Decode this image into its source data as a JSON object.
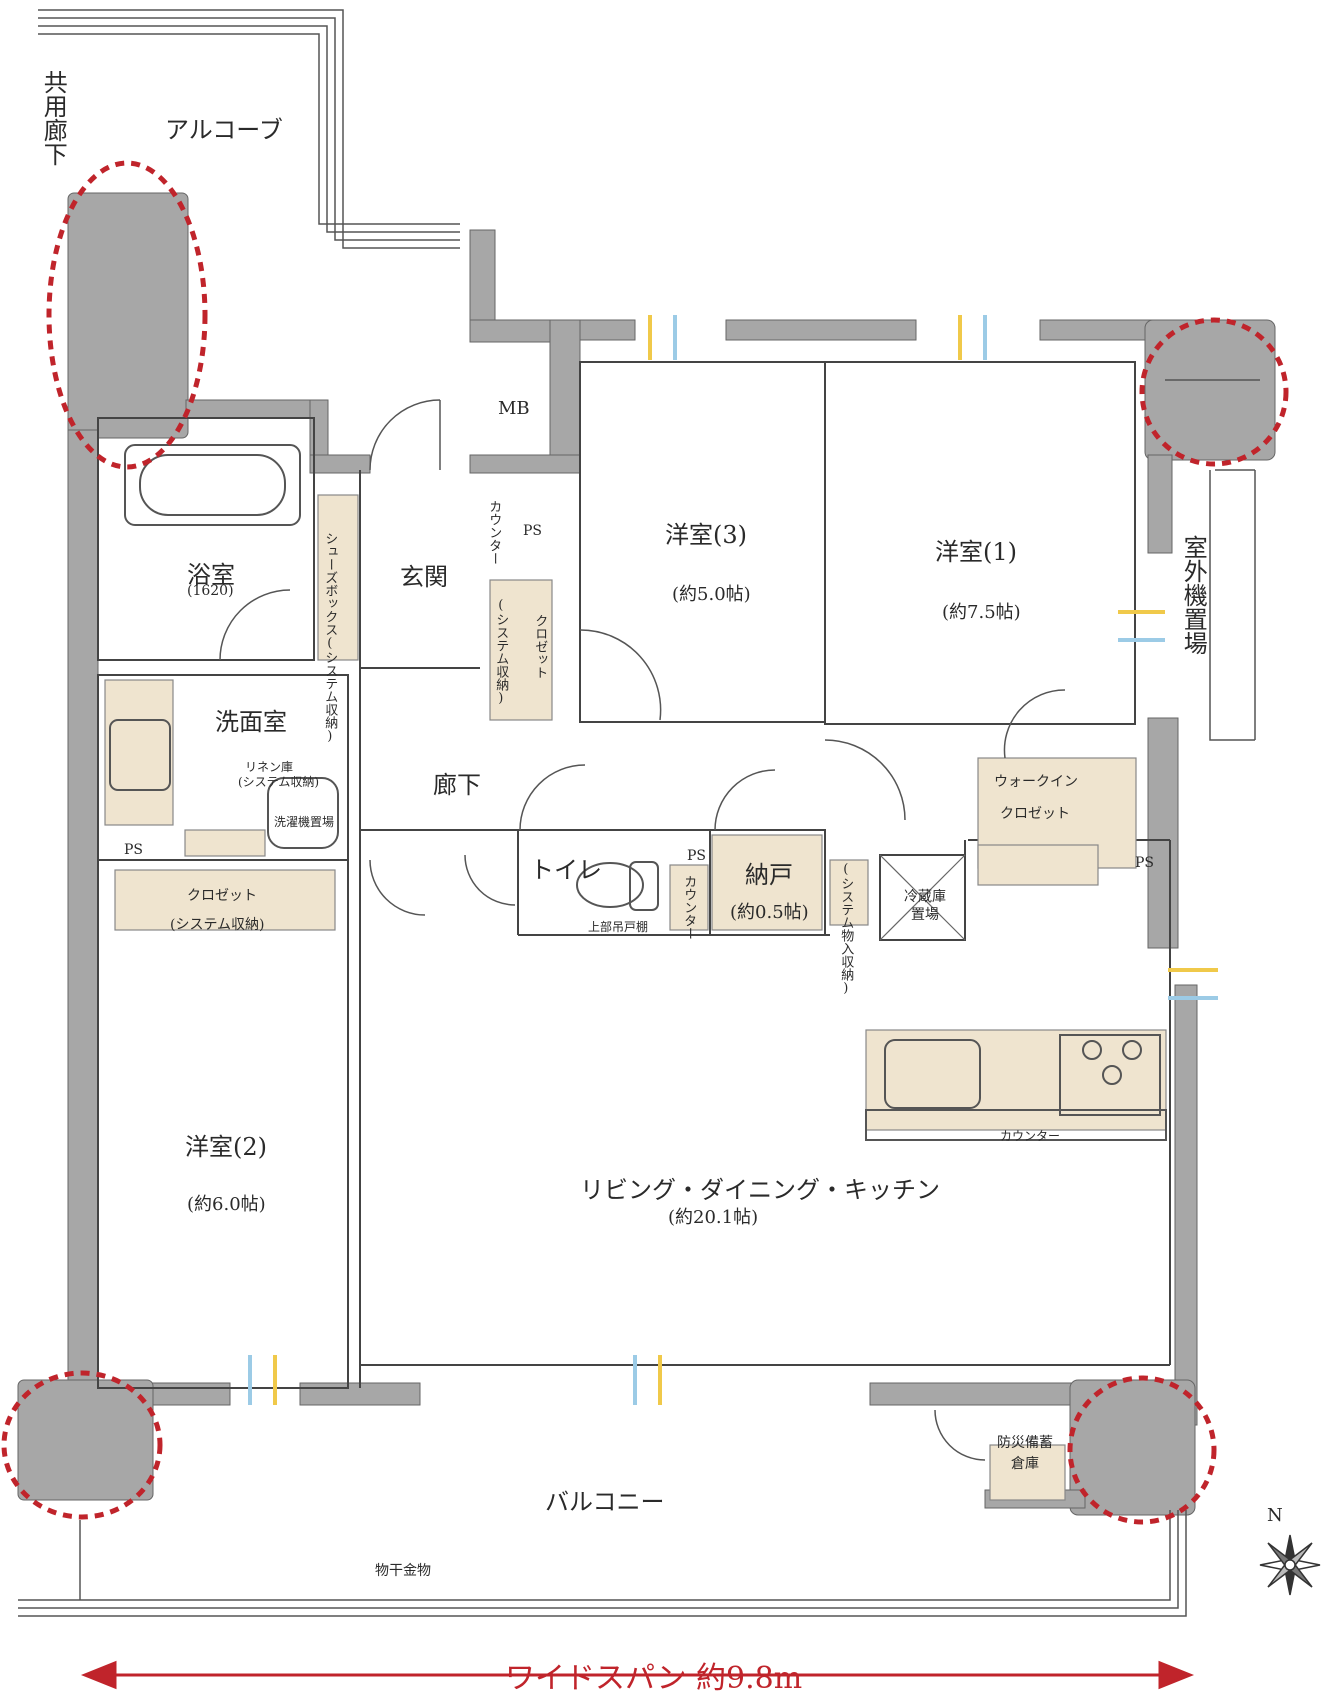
{
  "labels": {
    "corridor_common": "共用廊下",
    "alcove": "アルコーブ",
    "mb": "MB",
    "bath": "浴室",
    "bath_size": "(1620)",
    "shoebox": "シューズボックス(システム収納)",
    "entrance": "玄関",
    "counter_v": "カウンター",
    "ps1": "PS",
    "closet_v": "クロゼット",
    "system_storage_v": "(システム収納)",
    "room3": "洋室(3)",
    "room3_size": "(約5.0帖)",
    "room1": "洋室(1)",
    "room1_size": "(約7.5帖)",
    "outdoor_unit": "室外機置場",
    "washroom": "洗面室",
    "linen": "リネン庫",
    "linen_sub": "(システム収納)",
    "washer": "洗濯機置場",
    "hallway": "廊下",
    "walkin1": "ウォークイン",
    "walkin2": "クロゼット",
    "ps2": "PS",
    "ps3": "PS",
    "ps4": "PS",
    "closet2": "クロゼット",
    "closet2_sub": "(システム収納)",
    "toilet": "トイレ",
    "upper_shelf": "上部吊戸棚",
    "counter_toilet": "カウンター",
    "storage": "納戸",
    "storage_size": "(約0.5帖)",
    "storage_items": "(システム物入収納)",
    "fridge": "冷蔵庫置場",
    "kitchen_counter": "カウンター",
    "room2": "洋室(2)",
    "room2_size": "(約6.0帖)",
    "ldk": "リビング・ダイニング・キッチン",
    "ldk_size": "(約20.1帖)",
    "disaster1": "防災備蓄",
    "disaster2": "倉庫",
    "balcony": "バルコニー",
    "drying": "物干金物",
    "north": "N",
    "widespan": "ワイドスパン 約9.8m"
  },
  "colors": {
    "wall": "#a7a7a7",
    "storage_fill": "#efe4cf",
    "accent_red": "#c0242b",
    "vent_blue": "#9ccbe6",
    "vent_yellow": "#f0c94a"
  }
}
